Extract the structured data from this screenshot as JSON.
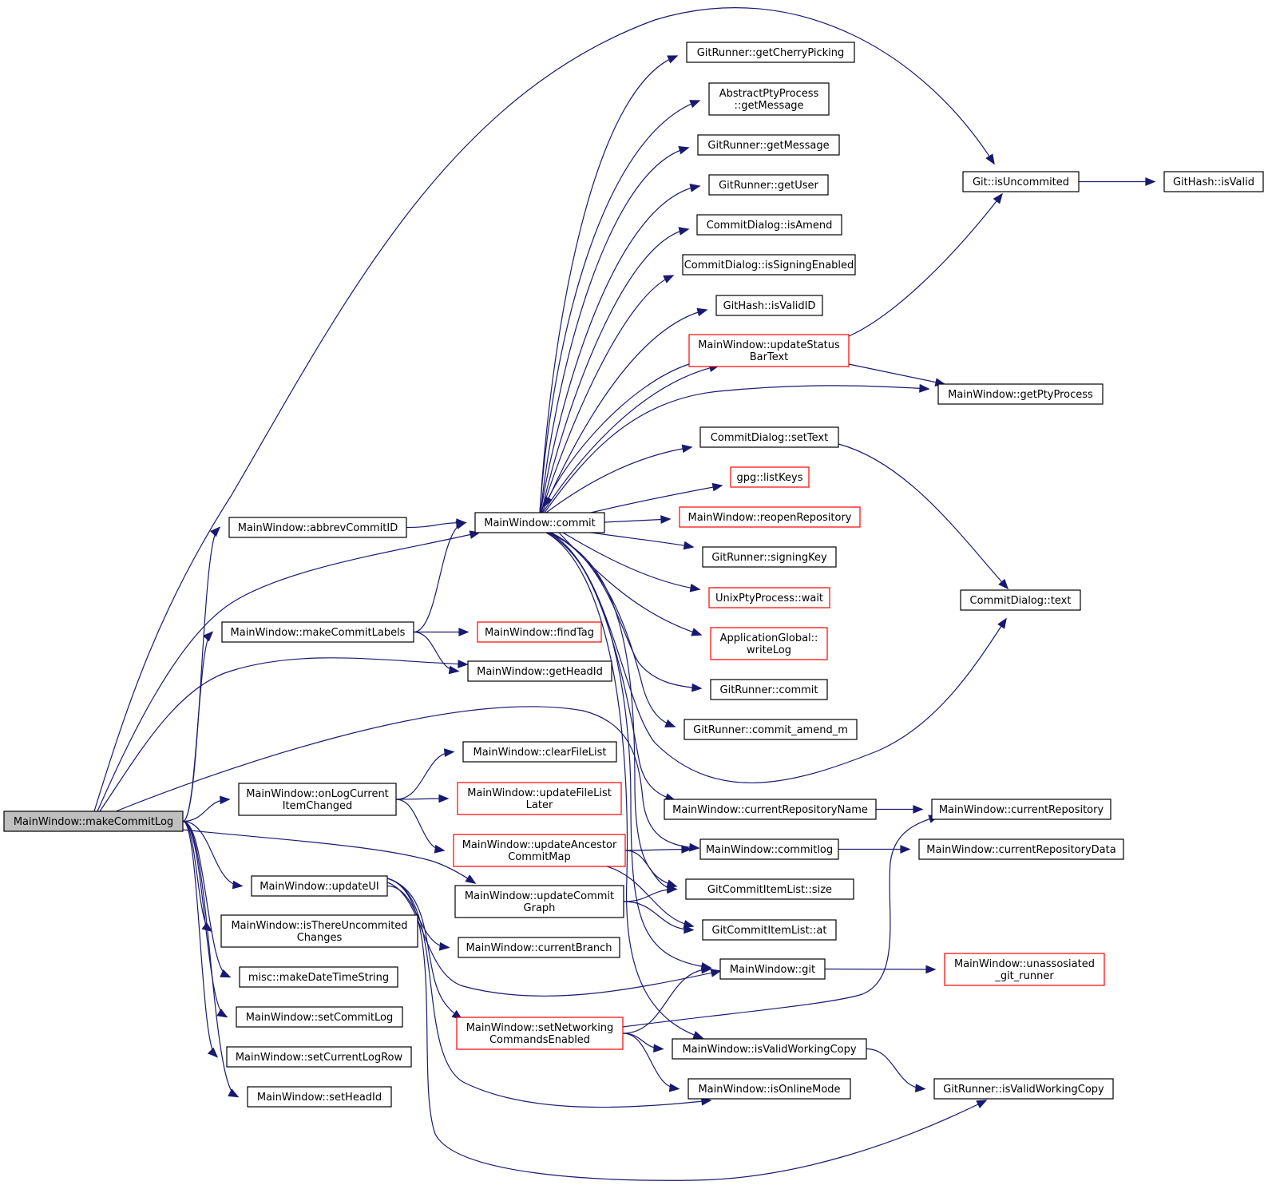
{
  "colors": {
    "edge": "#191970",
    "node_border": "#000000",
    "node_border_incomplete": "#ff0000",
    "root_fill": "#bfbfbf",
    "node_fill": "#ffffff"
  },
  "nodes": {
    "makeCommitLog": {
      "lines": [
        "MainWindow::makeCommitLog"
      ],
      "style": "root"
    },
    "abbrevCommitID": {
      "lines": [
        "MainWindow::abbrevCommitID"
      ],
      "style": "normal"
    },
    "makeCommitLabels": {
      "lines": [
        "MainWindow::makeCommitLabels"
      ],
      "style": "normal"
    },
    "onLogCurrentItemChanged": {
      "lines": [
        "MainWindow::onLogCurrent",
        "ItemChanged"
      ],
      "style": "normal"
    },
    "updateUI": {
      "lines": [
        "MainWindow::updateUI"
      ],
      "style": "normal"
    },
    "isThereUncommitedChanges": {
      "lines": [
        "MainWindow::isThereUncommited",
        "Changes"
      ],
      "style": "normal"
    },
    "makeDateTimeString": {
      "lines": [
        "misc::makeDateTimeString"
      ],
      "style": "normal"
    },
    "setCommitLog": {
      "lines": [
        "MainWindow::setCommitLog"
      ],
      "style": "normal"
    },
    "setCurrentLogRow": {
      "lines": [
        "MainWindow::setCurrentLogRow"
      ],
      "style": "normal"
    },
    "setHeadId": {
      "lines": [
        "MainWindow::setHeadId"
      ],
      "style": "normal"
    },
    "commit": {
      "lines": [
        "MainWindow::commit"
      ],
      "style": "normal"
    },
    "findTag": {
      "lines": [
        "MainWindow::findTag"
      ],
      "style": "red"
    },
    "getHeadId": {
      "lines": [
        "MainWindow::getHeadId"
      ],
      "style": "normal"
    },
    "clearFileList": {
      "lines": [
        "MainWindow::clearFileList"
      ],
      "style": "normal"
    },
    "updateFileListLater": {
      "lines": [
        "MainWindow::updateFileList",
        "Later"
      ],
      "style": "red"
    },
    "updateAncestorCommitMap": {
      "lines": [
        "MainWindow::updateAncestor",
        "CommitMap"
      ],
      "style": "red"
    },
    "updateCommitGraph": {
      "lines": [
        "MainWindow::updateCommit",
        "Graph"
      ],
      "style": "normal"
    },
    "currentBranch": {
      "lines": [
        "MainWindow::currentBranch"
      ],
      "style": "normal"
    },
    "setNetworkingCommandsEnabled": {
      "lines": [
        "MainWindow::setNetworking",
        "CommandsEnabled"
      ],
      "style": "red"
    },
    "getCherryPicking": {
      "lines": [
        "GitRunner::getCherryPicking"
      ],
      "style": "normal"
    },
    "ptyGetMessage": {
      "lines": [
        "AbstractPtyProcess",
        "::getMessage"
      ],
      "style": "normal"
    },
    "gitGetMessage": {
      "lines": [
        "GitRunner::getMessage"
      ],
      "style": "normal"
    },
    "getUser": {
      "lines": [
        "GitRunner::getUser"
      ],
      "style": "normal"
    },
    "isAmend": {
      "lines": [
        "CommitDialog::isAmend"
      ],
      "style": "normal"
    },
    "isSigningEnabled": {
      "lines": [
        "CommitDialog::isSigningEnabled"
      ],
      "style": "normal"
    },
    "isValidID": {
      "lines": [
        "GitHash::isValidID"
      ],
      "style": "normal"
    },
    "updateStatusBarText": {
      "lines": [
        "MainWindow::updateStatus",
        "BarText"
      ],
      "style": "red"
    },
    "setText": {
      "lines": [
        "CommitDialog::setText"
      ],
      "style": "normal"
    },
    "listKeys": {
      "lines": [
        "gpg::listKeys"
      ],
      "style": "red"
    },
    "reopenRepository": {
      "lines": [
        "MainWindow::reopenRepository"
      ],
      "style": "red"
    },
    "signingKey": {
      "lines": [
        "GitRunner::signingKey"
      ],
      "style": "normal"
    },
    "wait": {
      "lines": [
        "UnixPtyProcess::wait"
      ],
      "style": "red"
    },
    "writeLog": {
      "lines": [
        "ApplicationGlobal::",
        "writeLog"
      ],
      "style": "red"
    },
    "gitCommit": {
      "lines": [
        "GitRunner::commit"
      ],
      "style": "normal"
    },
    "commitAmendM": {
      "lines": [
        "GitRunner::commit_amend_m"
      ],
      "style": "normal"
    },
    "currentRepositoryName": {
      "lines": [
        "MainWindow::currentRepositoryName"
      ],
      "style": "normal"
    },
    "commitlog": {
      "lines": [
        "MainWindow::commitlog"
      ],
      "style": "normal"
    },
    "listSize": {
      "lines": [
        "GitCommitItemList::size"
      ],
      "style": "normal"
    },
    "listAt": {
      "lines": [
        "GitCommitItemList::at"
      ],
      "style": "normal"
    },
    "git": {
      "lines": [
        "MainWindow::git"
      ],
      "style": "normal"
    },
    "mwIsValidWorkingCopy": {
      "lines": [
        "MainWindow::isValidWorkingCopy"
      ],
      "style": "normal"
    },
    "isOnlineMode": {
      "lines": [
        "MainWindow::isOnlineMode"
      ],
      "style": "normal"
    },
    "isUncommited": {
      "lines": [
        "Git::isUncommited"
      ],
      "style": "normal"
    },
    "getPtyProcess": {
      "lines": [
        "MainWindow::getPtyProcess"
      ],
      "style": "normal"
    },
    "dialogText": {
      "lines": [
        "CommitDialog::text"
      ],
      "style": "normal"
    },
    "currentRepository": {
      "lines": [
        "MainWindow::currentRepository"
      ],
      "style": "normal"
    },
    "currentRepositoryData": {
      "lines": [
        "MainWindow::currentRepositoryData"
      ],
      "style": "normal"
    },
    "unassosiatedGitRunner": {
      "lines": [
        "MainWindow::unassosiated",
        "_git_runner"
      ],
      "style": "red"
    },
    "grIsValidWorkingCopy": {
      "lines": [
        "GitRunner::isValidWorkingCopy"
      ],
      "style": "normal"
    },
    "isValid": {
      "lines": [
        "GitHash::isValid"
      ],
      "style": "normal"
    }
  }
}
